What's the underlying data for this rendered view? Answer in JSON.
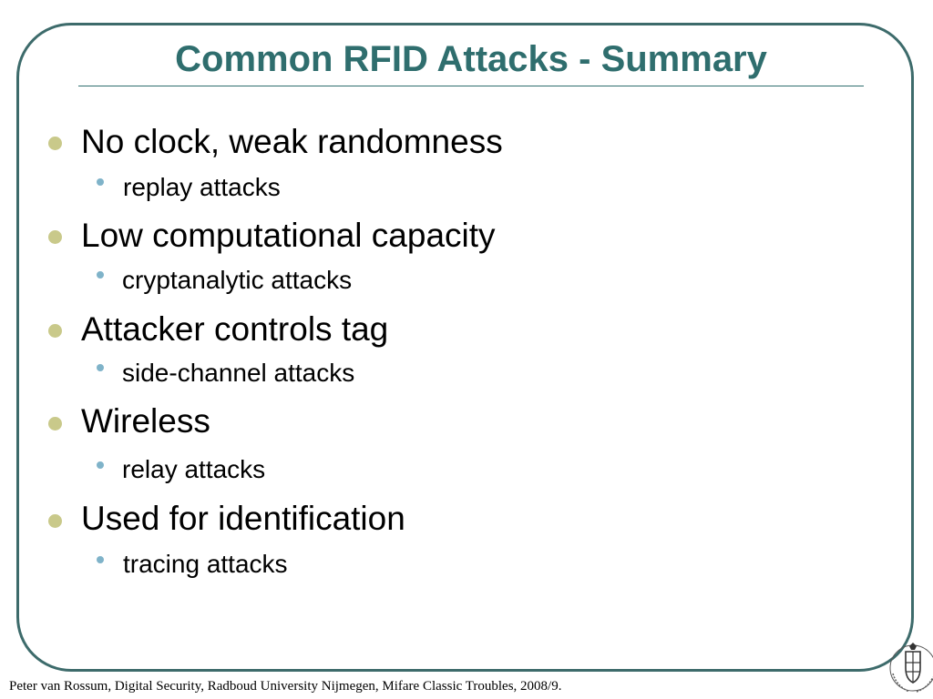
{
  "slide": {
    "title": "Common RFID Attacks - Summary",
    "bullets": [
      {
        "text": "No clock, weak randomness",
        "sub": " replay attacks"
      },
      {
        "text": "Low computational capacity",
        "sub": "cryptanalytic attacks"
      },
      {
        "text": "Attacker controls tag",
        "sub": "side-channel attacks"
      },
      {
        "text": "Wireless",
        "sub": "relay attacks"
      },
      {
        "text": "Used for identification",
        "sub": " tracing attacks"
      }
    ],
    "footer": "Peter van Rossum, Digital Security, Radboud University Nijmegen, Mifare Classic Troubles, 2008/9.",
    "logo_text": "IN DEI NOMINE FELICITER"
  },
  "colors": {
    "frame": "#3d6b6b",
    "title": "#2f6e6e",
    "bullet_level1": "#c9c98a",
    "bullet_level2": "#7fb3c9"
  },
  "icons": {
    "logo": "radboud-university-seal"
  }
}
